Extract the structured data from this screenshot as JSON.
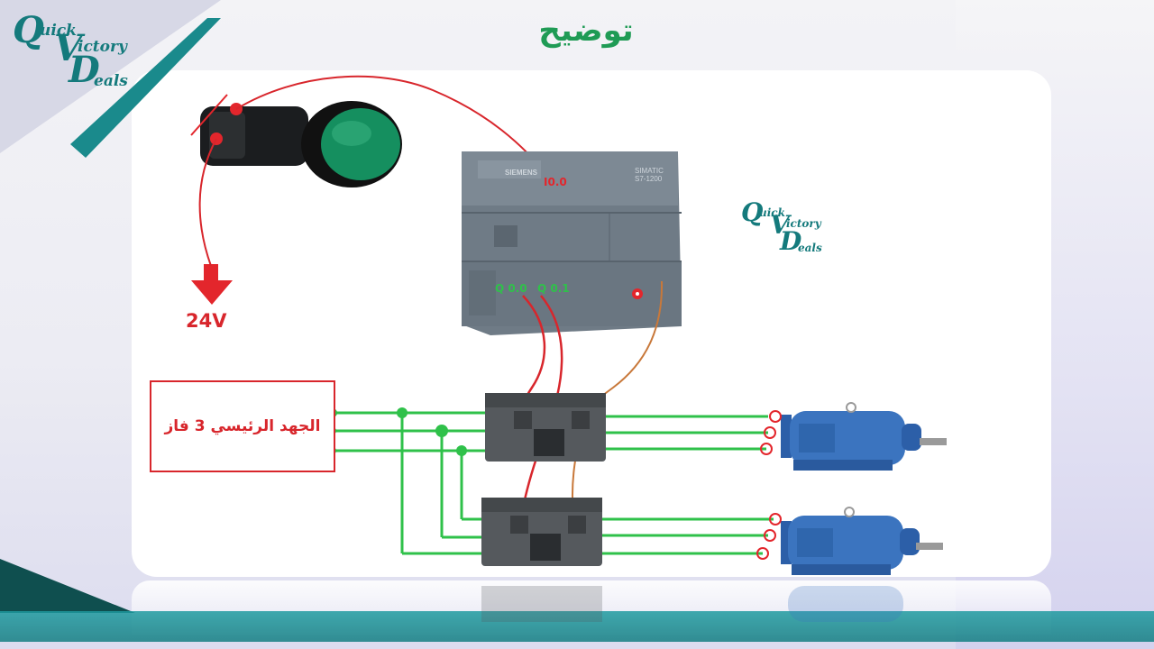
{
  "slide": {
    "title": "توضيح"
  },
  "logo": {
    "q": "Q",
    "uick": "uick",
    "v": "V",
    "ictory": "ictory",
    "d": "D",
    "eals": "eals"
  },
  "diagram": {
    "supply_label": "الجهد الرئيسي 3 فاز",
    "voltage_label": "24V",
    "input_label": "I0.0",
    "output_labels": [
      "Q 0.0",
      "Q 0.1"
    ],
    "plc": {
      "brand": "SIEMENS",
      "model_line1": "SIMATIC",
      "model_line2": "S7-1200"
    }
  },
  "colors": {
    "wire_red": "#d8262c",
    "wire_green": "#2fc14a",
    "wire_orange": "#c8783a",
    "accent_teal": "#147a7c",
    "title_green": "#1f9b55"
  }
}
